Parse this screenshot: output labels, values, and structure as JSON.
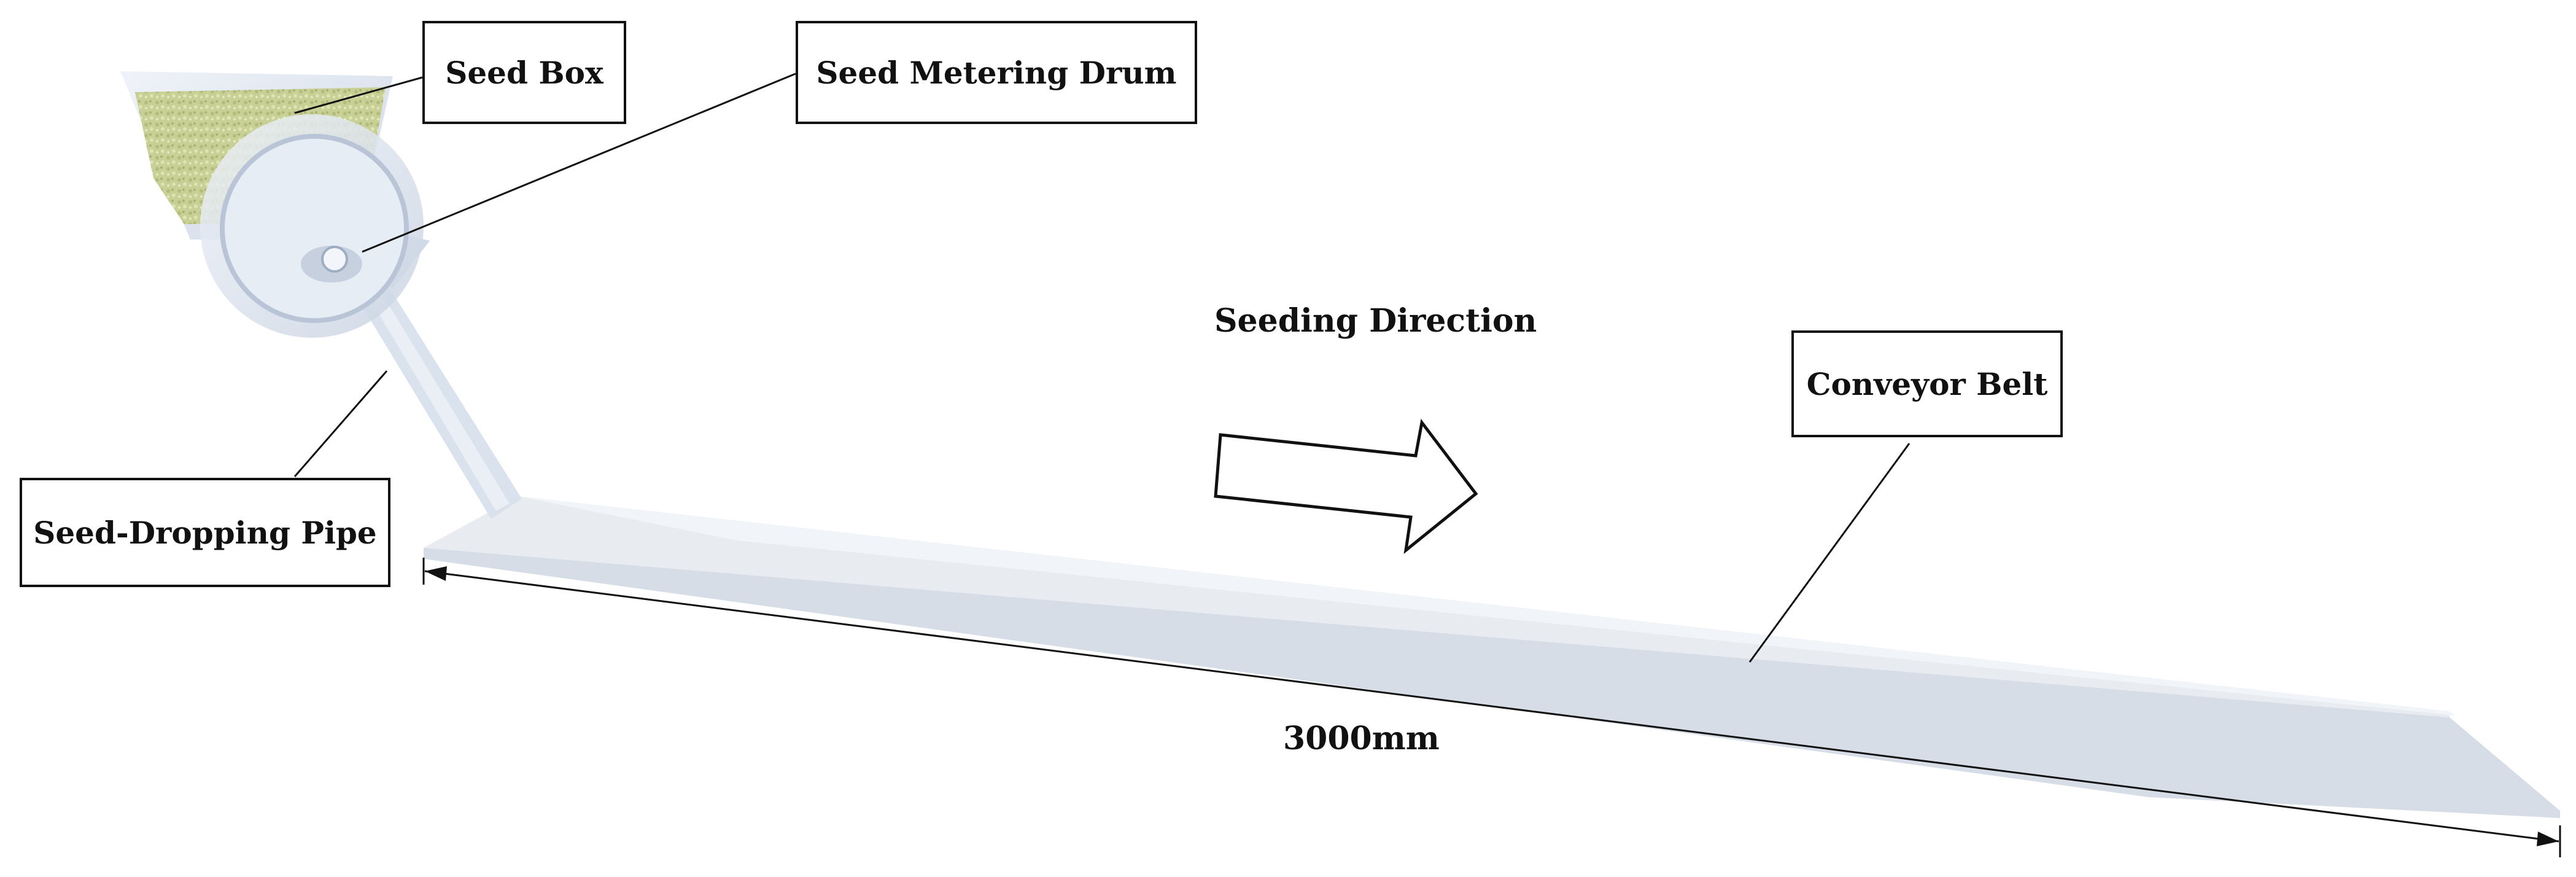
{
  "labels": {
    "seed_box": "Seed Box",
    "metering_drum": "Seed Metering Drum",
    "conveyor_belt": "Conveyor Belt",
    "dropping_pipe": "Seed-Dropping Pipe",
    "seeding_direction": "Seeding Direction",
    "belt_length": "3000mm"
  },
  "colors": {
    "seed_fill": "#c6cf93",
    "belt_top": "#e6eaf0",
    "belt_side": "#d5dbe5",
    "metal": "#d9e2ee",
    "outline": "#111111"
  },
  "icons": {
    "direction_arrow": "right-arrow-outline-icon",
    "dimension_arrows": "dimension-line-arrow-icon"
  }
}
